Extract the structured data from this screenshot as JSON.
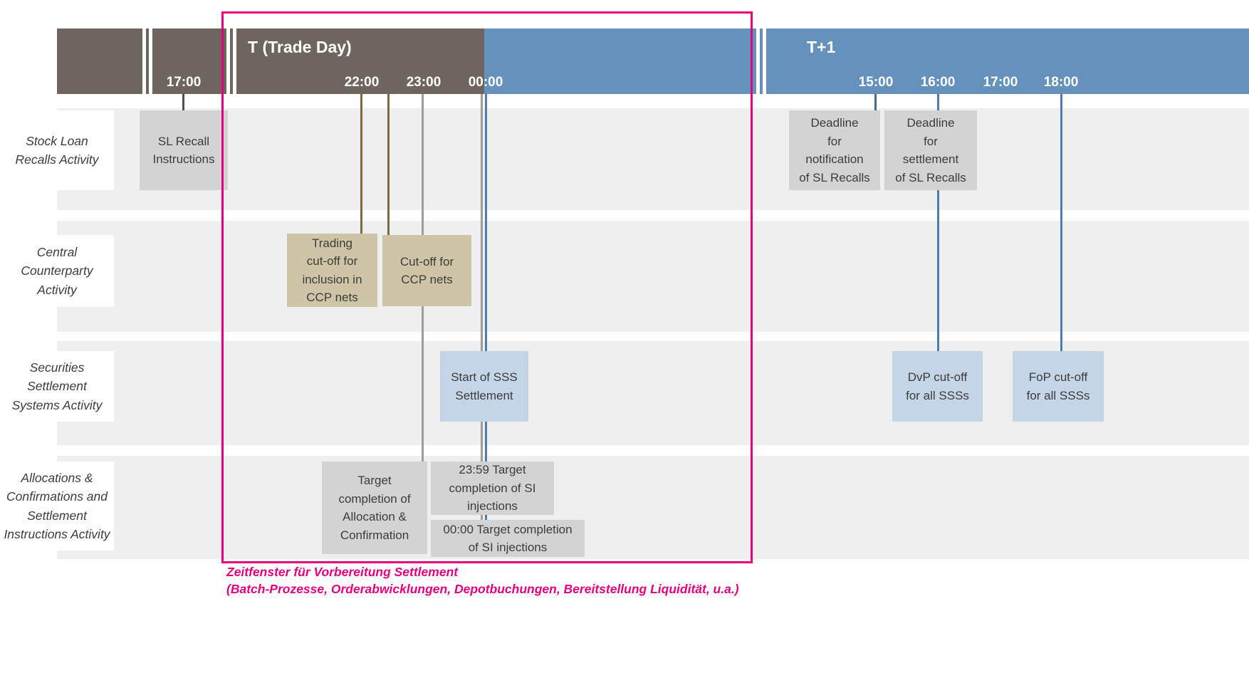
{
  "timeline": {
    "trade_day": {
      "label": "T (Trade Day)",
      "times": [
        "17:00",
        "22:00",
        "23:00",
        "00:00"
      ]
    },
    "t_plus_1": {
      "label": "T+1",
      "times": [
        "15:00",
        "16:00",
        "17:00",
        "18:00"
      ]
    }
  },
  "row_labels": [
    "Stock Loan\nRecalls Activity",
    "Central\nCounterparty\nActivity",
    "Securities\nSettlement\nSystems Activity",
    "Allocations &\nConfirmations and\nSettlement\nInstructions Activity"
  ],
  "events": {
    "sl_recall_instructions": "SL Recall\nInstructions",
    "deadline_notification_sl_recalls": "Deadline\nfor\nnotification\nof SL Recalls",
    "deadline_settlement_sl_recalls": "Deadline\nfor\nsettlement\nof SL Recalls",
    "trading_cutoff_inclusion_ccp_nets": "Trading\ncut-off for\ninclusion in\nCCP nets",
    "cutoff_ccp_nets": "Cut-off for\nCCP nets",
    "start_sss_settlement": "Start of SSS\nSettlement",
    "dvp_cutoff_all_ssss": "DvP cut-off\nfor all SSSs",
    "fop_cutoff_all_ssss": "FoP cut-off\nfor all SSSs",
    "target_completion_allocation_confirmation": "Target\ncompletion of\nAllocation &\nConfirmation",
    "target_completion_si_injections_2359": "23:59 Target\ncompletion of SI\ninjections",
    "target_completion_si_injections_0000": "00:00 Target completion\nof SI injections"
  },
  "highlight": {
    "caption_line1": "Zeitfenster für Vorbereitung Settlement",
    "caption_line2": "(Batch-Prozesse, Orderabwicklungen, Depotbuchungen, Bereitstellung Liquidität, u.a.)"
  },
  "colors": {
    "trade_day_bar": "#6e655f",
    "t_plus_1_bar": "#6591bd",
    "row_band": "#efefef",
    "gray_box": "#d3d3d3",
    "tan_box": "#cec5a6",
    "blue_box": "#c5d5e8",
    "brown_line": "#7a6b45",
    "gray_line": "#9d9d9d",
    "blue_line": "#4d7dad",
    "highlight": "#e5007d"
  }
}
